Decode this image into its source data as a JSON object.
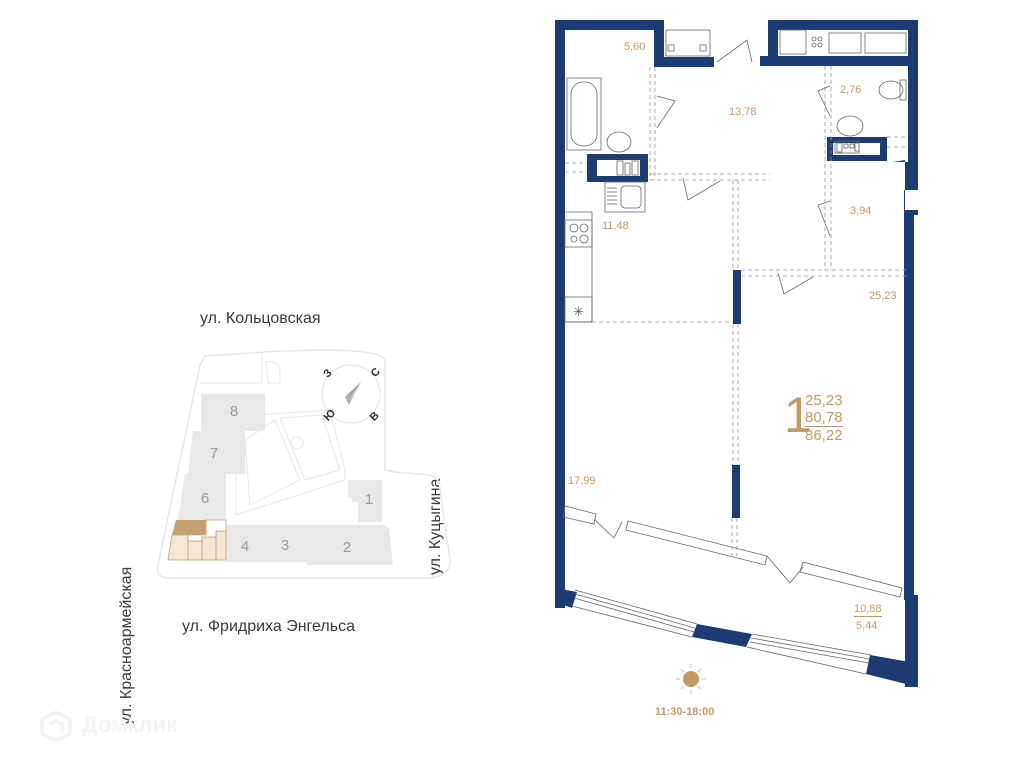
{
  "site_plan": {
    "streets": {
      "north": "ул. Кольцовская",
      "west": "ул. Красноармейская",
      "east": "ул. Куцыгина",
      "south": "ул. Фридриха Энгельса"
    },
    "compass": {
      "north": "С",
      "south": "Ю",
      "west": "З",
      "east": "В"
    },
    "buildings": [
      "1",
      "2",
      "3",
      "4",
      "6",
      "7",
      "8"
    ],
    "highlighted_section_color": "#c4a06e",
    "building_fill": "#e8e8e8"
  },
  "floor_plan": {
    "wall_color": "#1a3c73",
    "rooms": [
      {
        "id": "bathroom",
        "area": "5,60"
      },
      {
        "id": "hallway",
        "area": "13,78"
      },
      {
        "id": "wc",
        "area": "2,76"
      },
      {
        "id": "kitchen",
        "area": "11,48"
      },
      {
        "id": "storage",
        "area": "3,94"
      },
      {
        "id": "bedroom",
        "area": "25,23"
      },
      {
        "id": "living",
        "area": "17,99"
      },
      {
        "id": "loggia",
        "area": "10,88",
        "area_reduced": "5,44"
      }
    ],
    "summary": {
      "rooms_count": "1",
      "living_area": "25,23",
      "total_area": "80,78",
      "total_with_loggia": "86,22"
    }
  },
  "insolation": {
    "time": "11:30-18:00",
    "sun_color": "#c49a62"
  },
  "watermark": {
    "text": "Домклик"
  }
}
